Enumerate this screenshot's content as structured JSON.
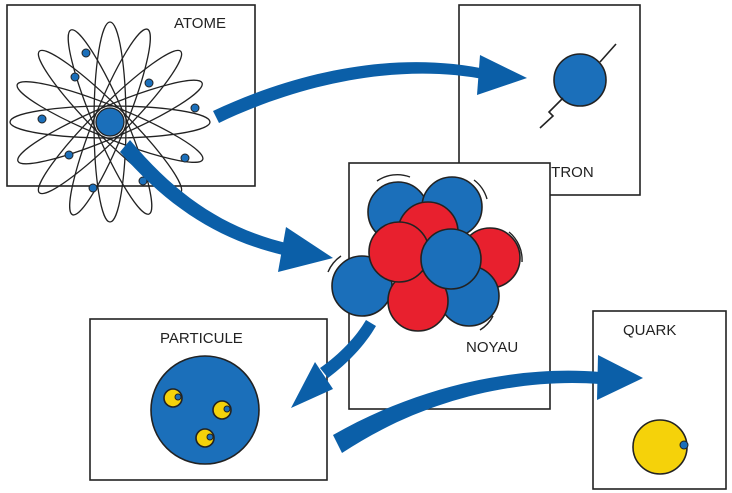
{
  "diagram": {
    "boxes": {
      "atome": {
        "label": "ATOME"
      },
      "electron": {
        "label": "ELECTRON"
      },
      "noyau": {
        "label": "NOYAU"
      },
      "particule": {
        "label": "PARTICULE"
      },
      "quark": {
        "label": "QUARK"
      }
    },
    "colors": {
      "arrow": "#0b5fa8",
      "proton": "#e8202e",
      "neutron": "#1b6fba",
      "quark": "#f5d20a",
      "outline": "#222222"
    }
  }
}
